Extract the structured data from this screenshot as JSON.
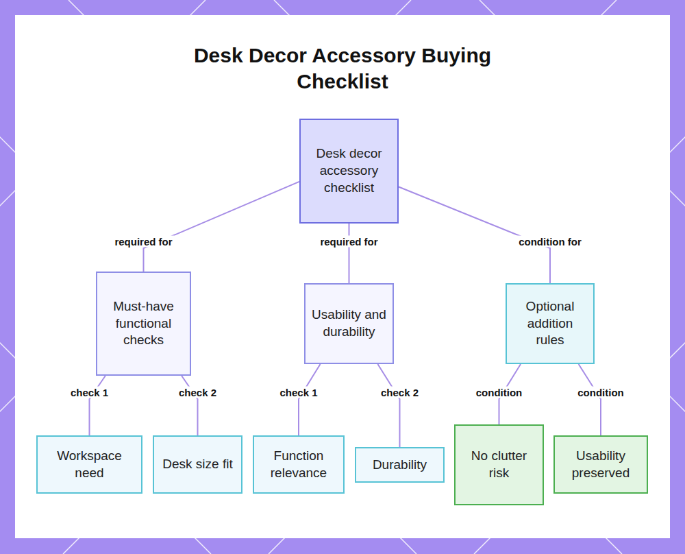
{
  "diagram": {
    "title": "Desk Decor Accessory Buying Checklist",
    "nodes": [
      {
        "text": [
          "Desk decor accessory checklist"
        ]
      },
      {
        "text": [
          "Must-have functional checks"
        ]
      },
      {
        "text": [
          "Usability and durability"
        ]
      },
      {
        "text": [
          "Optional addition rules"
        ]
      },
      {
        "text": [
          "Workspace need"
        ]
      },
      {
        "text": [
          "Desk size fit"
        ]
      },
      {
        "text": [
          "Function relevance"
        ]
      },
      {
        "text": [
          "Durability"
        ]
      },
      {
        "text": [
          "No clutter risk"
        ]
      },
      {
        "text": [
          "Usability preserved"
        ]
      }
    ],
    "edges": [
      {
        "from": 0,
        "to": 1,
        "label": "required for",
        "arrow": "none"
      },
      {
        "from": 0,
        "to": 2,
        "label": "required for",
        "arrow": "none"
      },
      {
        "from": 0,
        "to": 3,
        "label": "condition for",
        "arrow": "none"
      },
      {
        "from": 1,
        "to": 4,
        "label": "check 1",
        "arrow": "none"
      },
      {
        "from": 1,
        "to": 5,
        "label": "check 2",
        "arrow": "none"
      },
      {
        "from": 2,
        "to": 6,
        "label": "check 1",
        "arrow": "none"
      },
      {
        "from": 2,
        "to": 7,
        "label": "check 2",
        "arrow": "none"
      },
      {
        "from": 3,
        "to": 8,
        "label": "condition",
        "arrow": "none"
      },
      {
        "from": 3,
        "to": 9,
        "label": "condition",
        "arrow": "none"
      }
    ]
  }
}
